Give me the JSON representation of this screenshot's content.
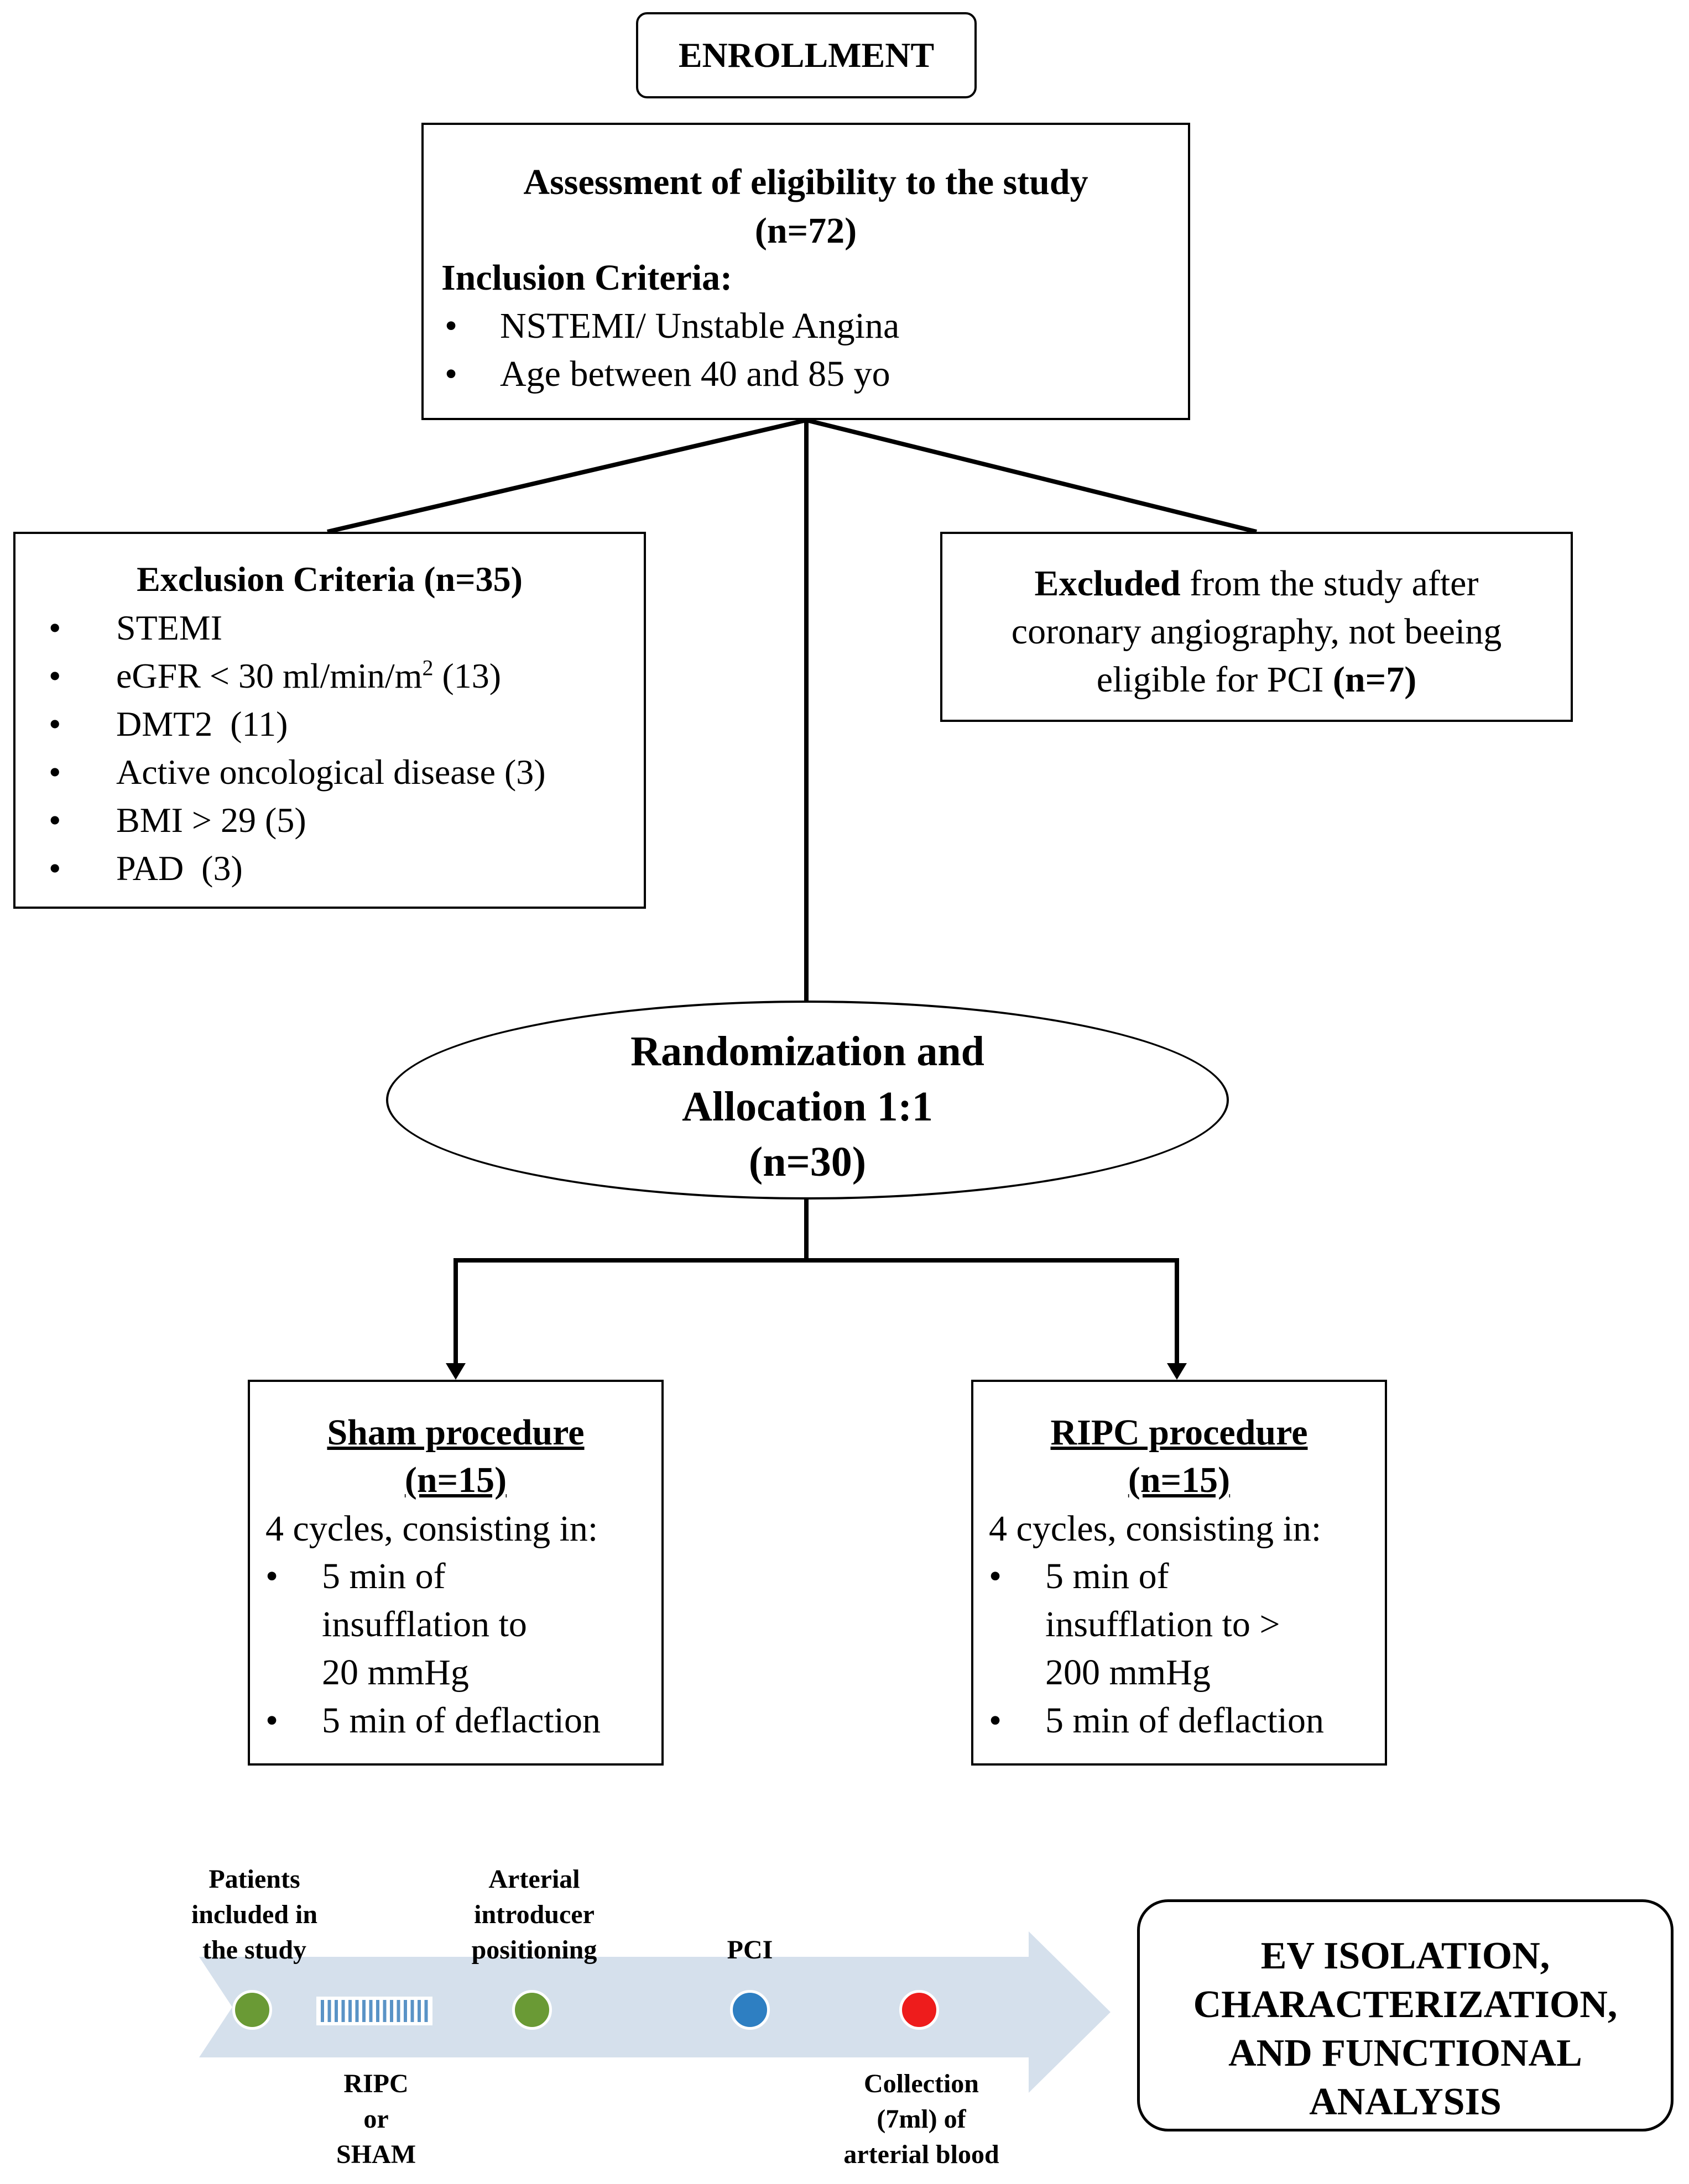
{
  "enrollment": {
    "title": "ENROLLMENT"
  },
  "eligibility": {
    "title": "Assessment of eligibility to the study",
    "n": "(n=72)",
    "inclusion_heading": "Inclusion Criteria:",
    "items": [
      "NSTEMI/ Unstable Angina",
      "Age between 40 and 85 yo"
    ]
  },
  "exclusion": {
    "title": "Exclusion Criteria (n=35)",
    "items": [
      {
        "text": "STEMI"
      },
      {
        "pre": "eGFR < 30 ml/min/m",
        "sup": "2",
        "post": " (13)"
      },
      {
        "text": "DMT2  (11)"
      },
      {
        "text": "Active oncological disease (3)"
      },
      {
        "text": "BMI > 29 (5)"
      },
      {
        "text": "PAD  (3)"
      }
    ]
  },
  "excluded_after_angio": {
    "bold_lead": "Excluded",
    "line1_rest": " from the study after",
    "line2": "coronary angiography, not beeing",
    "line3": "eligible for PCI ",
    "n": "(n=7)"
  },
  "randomization": {
    "line1": "Randomization and",
    "line2": "Allocation 1:1",
    "n": "(n=30)"
  },
  "sham": {
    "title": "Sham procedure",
    "n": "(n=15)",
    "cycles": "4 cycles, consisting in:",
    "items": [
      "5 min of insufflation to 20 mmHg",
      "5 min of deflaction"
    ]
  },
  "ripc": {
    "title": "RIPC procedure",
    "n": "(n=15)",
    "cycles": "4 cycles, consisting in:",
    "items": [
      "5 min of insufflation to > 200 mmHg",
      "5 min of deflaction"
    ]
  },
  "timeline": {
    "steps": [
      {
        "label": [
          "Patients",
          "included in",
          "the study"
        ],
        "color": "#6a9a35"
      },
      {
        "label": [
          "RIPC",
          "or",
          "SHAM"
        ],
        "color": "#5a93c6"
      },
      {
        "label": [
          "Arterial",
          "introducer",
          "positioning"
        ],
        "color": "#6a9a35"
      },
      {
        "label": [
          "PCI"
        ],
        "color": "#2e7fc2"
      },
      {
        "label": [
          "Collection",
          "(7ml) of",
          "arterial blood"
        ],
        "color": "#ee1c1c"
      }
    ],
    "arrow_color": "#d5e0ec"
  },
  "ev_box": {
    "lines": [
      "EV ISOLATION,",
      "CHARACTERIZATION,",
      "AND FUNCTIONAL",
      "ANALYSIS"
    ]
  }
}
